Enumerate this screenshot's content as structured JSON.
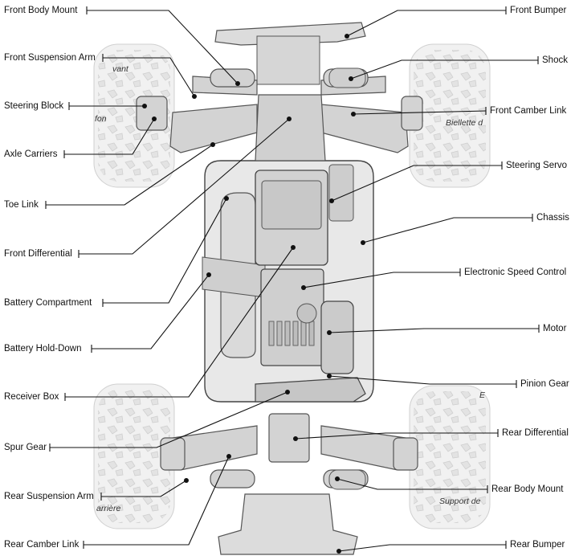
{
  "labels": {
    "front_body_mount": "Front Body Mount",
    "front_suspension_arm": "Front Suspension Arm",
    "steering_block": "Steering Block",
    "axle_carriers": "Axle Carriers",
    "toe_link": "Toe Link",
    "front_differential": "Front Differential",
    "battery_compartment": "Battery Compartment",
    "battery_hold_down": "Battery Hold-Down",
    "receiver_box": "Receiver Box",
    "spur_gear": "Spur Gear",
    "rear_suspension_arm": "Rear Suspension Arm",
    "rear_camber_link": "Rear Camber Link",
    "front_bumper": "Front Bumper",
    "shock": "Shock",
    "front_camber_link": "Front Camber Link",
    "steering_servo": "Steering Servo",
    "chassis": "Chassis",
    "electronic_speed_control": "Electronic Speed Control",
    "motor": "Motor",
    "pinion_gear": "Pinion Gear",
    "rear_differential": "Rear Differential",
    "rear_body_mount": "Rear Body Mount",
    "rear_bumper": "Rear Bumper"
  },
  "background_text": {
    "avant": "vant",
    "fon": "fon",
    "biellette": "Biellette d",
    "e_fragment": "E",
    "arriere": "arrière",
    "support": "Support de"
  },
  "colors": {
    "line": "#111111",
    "part_stroke": "#555555",
    "part_fill": "#d9d9d9",
    "tire_fill": "#f1f1f1"
  }
}
